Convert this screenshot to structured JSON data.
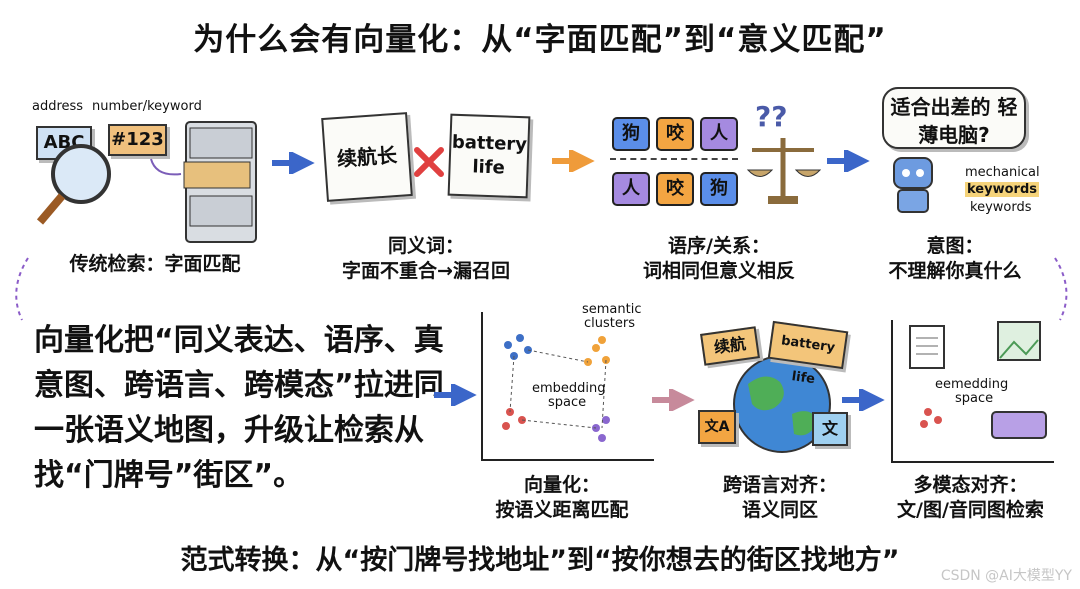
{
  "title": "为什么会有向量化：从“字面匹配”到“意义匹配”",
  "panels": [
    {
      "caption": [
        "传统检索：字面匹配"
      ],
      "address_label": "address",
      "keyword_label": "number/keyword",
      "card1": "ABC",
      "card2": "#123"
    },
    {
      "caption": [
        "同义词：",
        "字面不重合→漏召回"
      ],
      "paper_left": "续航长",
      "paper_right": "battery life"
    },
    {
      "caption": [
        "语序/关系：",
        "词相同但意义相反"
      ],
      "row1": [
        "狗",
        "咬",
        "人"
      ],
      "row2": [
        "人",
        "咬",
        "狗"
      ],
      "question": "??"
    },
    {
      "caption": [
        "意图：",
        "不理解你真什么"
      ],
      "bubble": "适合出差的 轻薄电脑?",
      "labels": [
        "mechanical",
        "keywords",
        "keywords"
      ]
    }
  ],
  "lower_left_text": "向量化把“同义表达、语序、真意图、跨语言、跨模态”拉进同一张语义地图，升级让检索从找“门牌号”街区”。",
  "lower_panels": [
    {
      "caption": [
        "向量化：",
        "按语义距离匹配"
      ],
      "labels": [
        "semantic",
        "clusters",
        "embedding",
        "space"
      ]
    },
    {
      "caption": [
        "跨语言对齐：",
        "语义同区"
      ],
      "tags": [
        "续航",
        "battery life",
        "文A",
        "文"
      ]
    },
    {
      "caption": [
        "多模态对齐：",
        "文/图/音同图检索"
      ],
      "labels": [
        "eemedding",
        "space"
      ]
    }
  ],
  "bottom_title": "范式转换：从“按门牌号找地址”到“按你想去的街区找地方”",
  "watermark": "CSDN @AI大模型YY",
  "colors": {
    "arrow_blue": "#3b66c9",
    "arrow_orange": "#ef9b3a",
    "arrow_pink": "#c78a9b",
    "tile_blue": "#5b8ee9",
    "tile_orange": "#f3a542",
    "tile_purple": "#a58ae0",
    "cross_red": "#e04040"
  }
}
